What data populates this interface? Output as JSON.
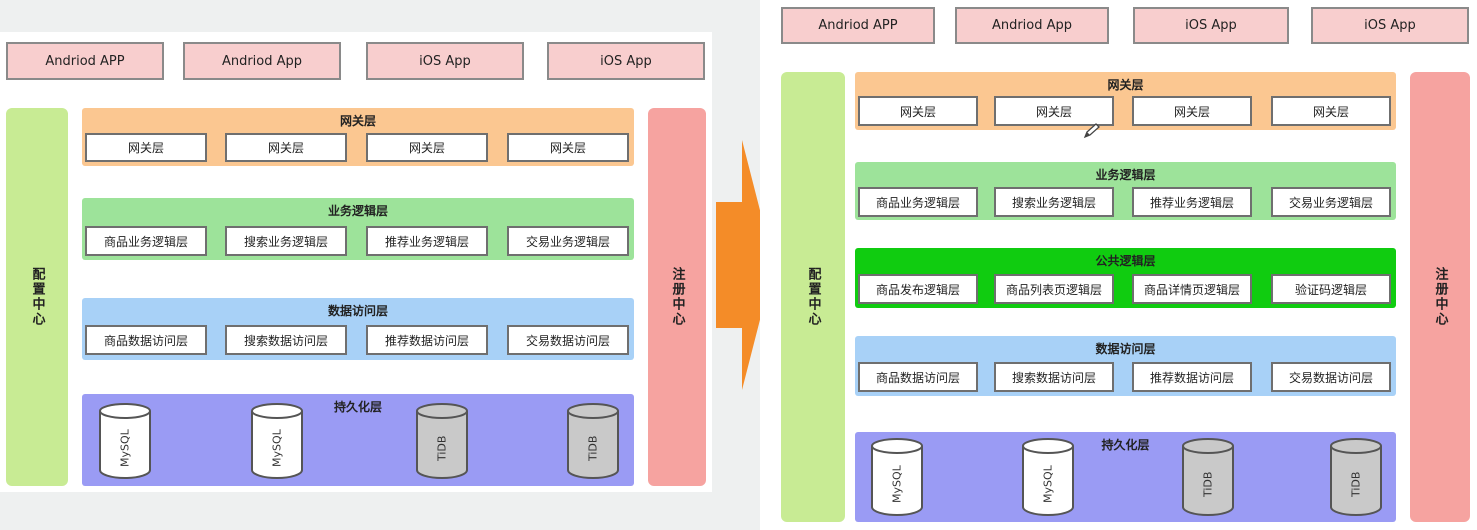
{
  "clients": [
    "Andriod APP",
    "Andriod App",
    "iOS App",
    "iOS App"
  ],
  "config_center": "配置中心",
  "registry_center": "注册中心",
  "gateway": {
    "title": "网关层",
    "items": [
      "网关层",
      "网关层",
      "网关层",
      "网关层"
    ]
  },
  "business": {
    "title": "业务逻辑层",
    "items": [
      "商品业务逻辑层",
      "搜索业务逻辑层",
      "推荐业务逻辑层",
      "交易业务逻辑层"
    ]
  },
  "common": {
    "title": "公共逻辑层",
    "items": [
      "商品发布逻辑层",
      "商品列表页逻辑层",
      "商品详情页逻辑层",
      "验证码逻辑层"
    ]
  },
  "data_access": {
    "title": "数据访问层",
    "items": [
      "商品数据访问层",
      "搜索数据访问层",
      "推荐数据访问层",
      "交易数据访问层"
    ]
  },
  "persistence": {
    "title": "持久化层",
    "items": [
      "MySQL",
      "MySQL",
      "TiDB",
      "TiDB"
    ]
  },
  "colors": {
    "client": "#f8cece",
    "config": "#c8eb94",
    "registry": "#f6a3a0",
    "gateway": "#fbc791",
    "business": "#9de39a",
    "common": "#10cc10",
    "data_access": "#a8d1f7",
    "persistence": "#9a9bf4",
    "arrow": "#f48c28",
    "db_white": "#ffffff",
    "db_gray": "#c9c9c9"
  }
}
